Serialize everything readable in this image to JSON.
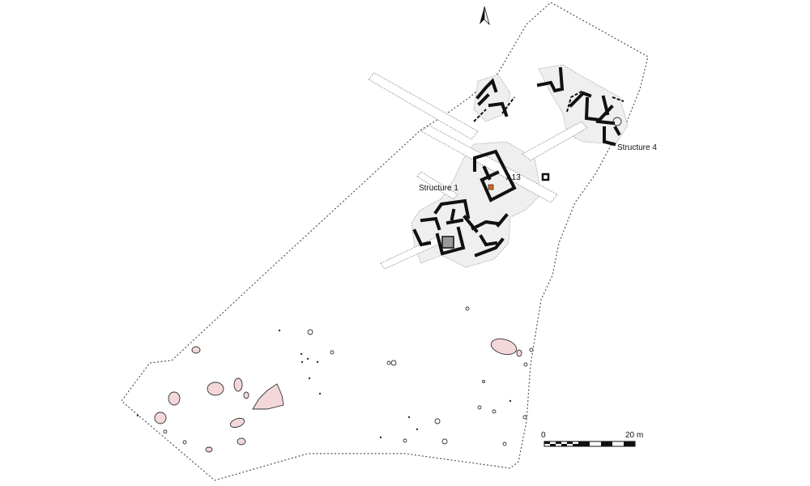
{
  "labels": {
    "structure1": "Structure 1",
    "structure4": "Structure 4",
    "a13": "A13"
  },
  "scale_bar": {
    "start_label": "0",
    "end_label": "20 m"
  },
  "colors": {
    "pit_fill": "#f4d8d9",
    "feature_highlight": "#d9661f",
    "excavated_area": "#efefef",
    "walls": "#111111",
    "hearth_fill": "#9a9a9a"
  },
  "icons": {
    "north_arrow": "north-arrow-icon"
  }
}
